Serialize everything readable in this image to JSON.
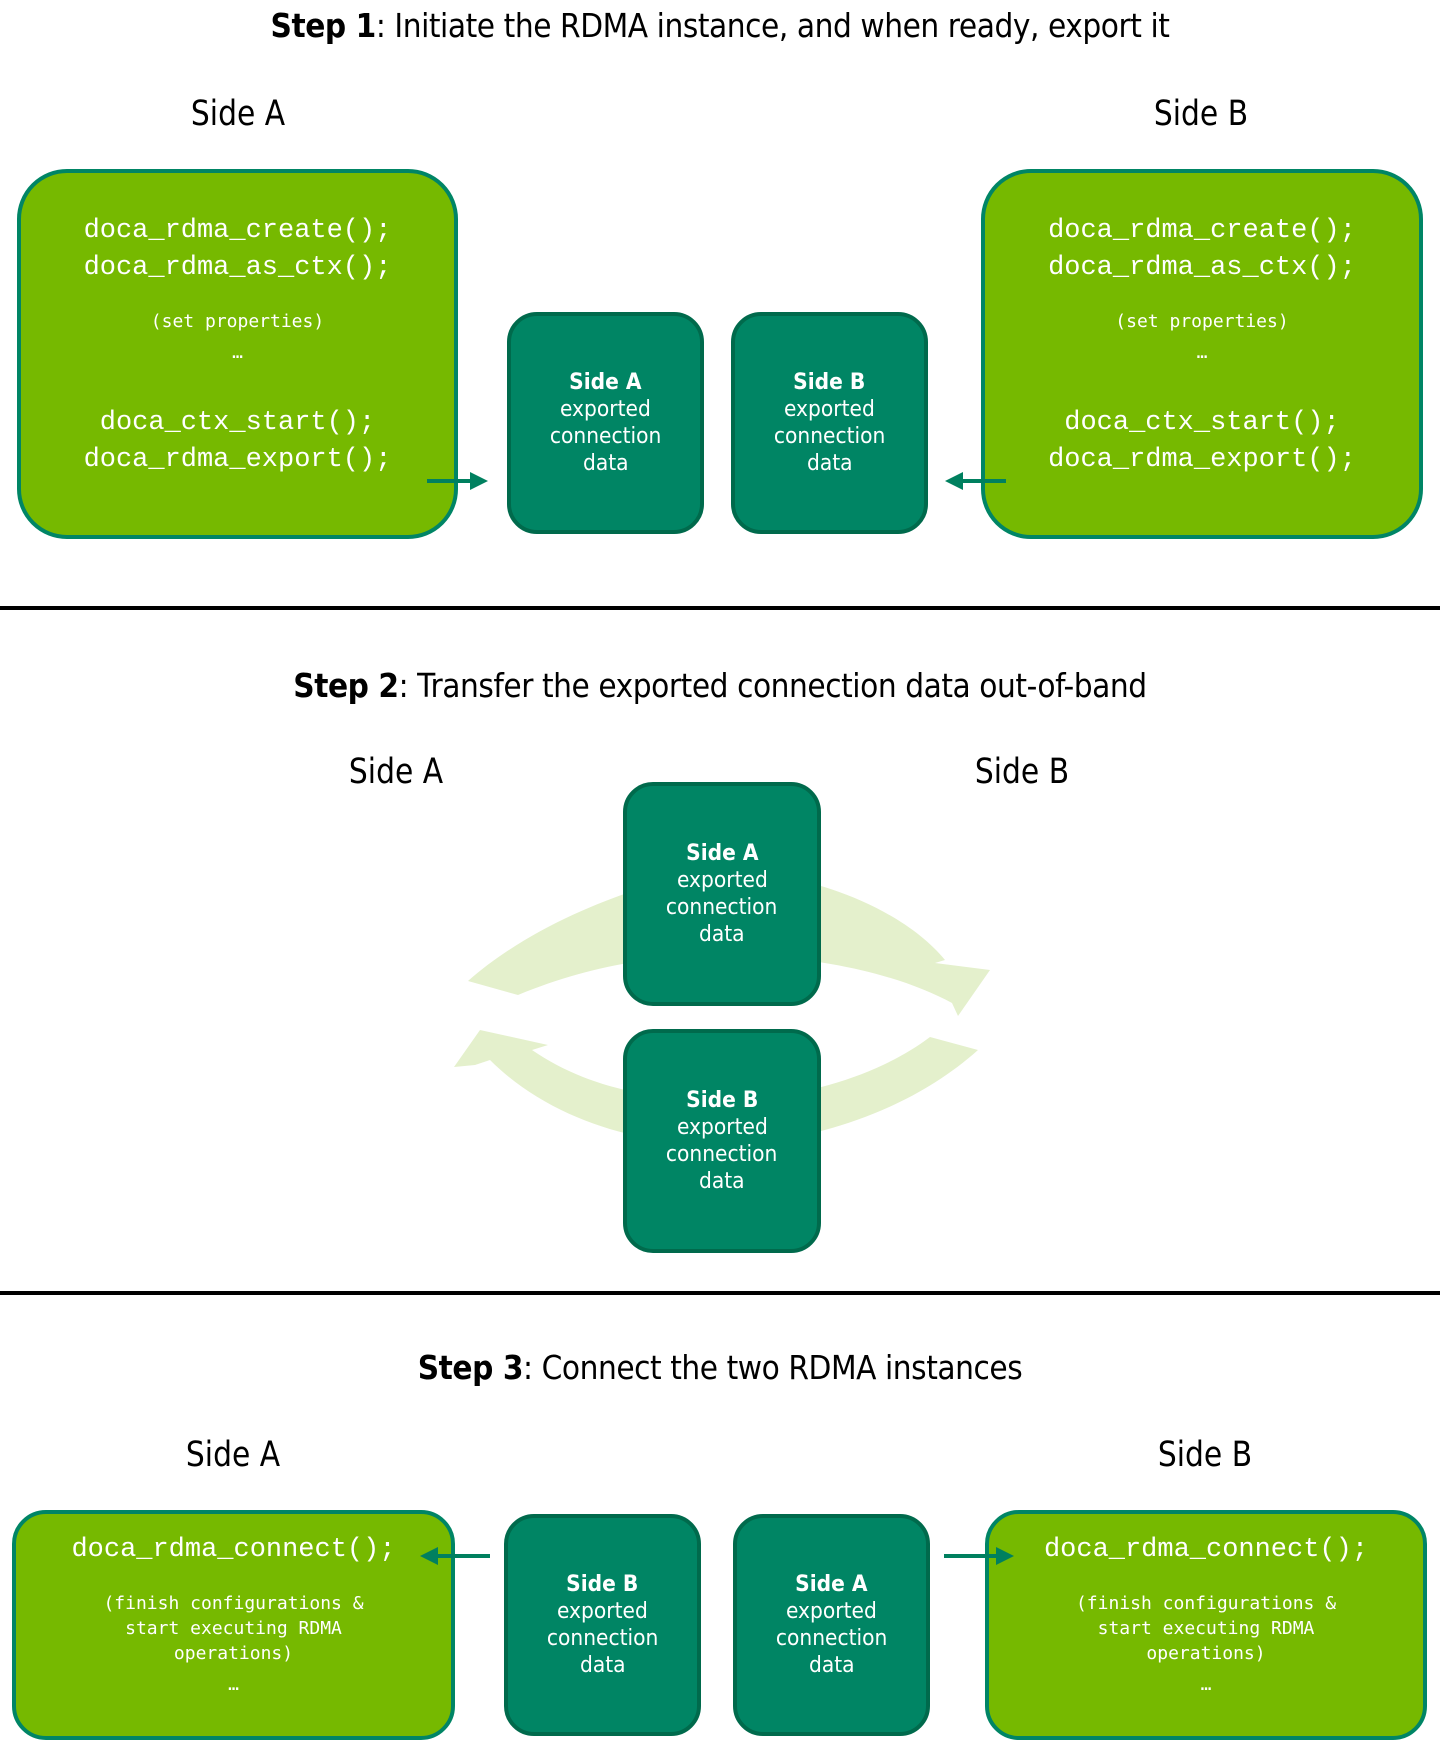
{
  "colors": {
    "code_box_fill": "#76b900",
    "code_box_border": "#008565",
    "data_box_fill": "#008564",
    "data_box_border": "#006a4c",
    "arrow": "#00805f",
    "cycle_arrow": "#e4f0cc"
  },
  "step1": {
    "title_bold": "Step 1",
    "title_rest": ": Initiate the RDMA instance, and when ready, export it",
    "side_a_label": "Side A",
    "side_b_label": "Side B",
    "code_lines_top": [
      "doca_rdma_create();",
      "doca_rdma_as_ctx();"
    ],
    "note": "(set properties)",
    "ellipsis": "…",
    "code_lines_bottom": [
      "doca_ctx_start();",
      "doca_rdma_export();"
    ],
    "data_box_a": {
      "heading": "Side A",
      "lines": [
        "exported",
        "connection",
        "data"
      ]
    },
    "data_box_b": {
      "heading": "Side B",
      "lines": [
        "exported",
        "connection",
        "data"
      ]
    }
  },
  "step2": {
    "title_bold": "Step 2",
    "title_rest": ": Transfer the exported connection data out-of-band",
    "side_a_label": "Side A",
    "side_b_label": "Side B",
    "data_box_a": {
      "heading": "Side A",
      "lines": [
        "exported",
        "connection",
        "data"
      ]
    },
    "data_box_b": {
      "heading": "Side B",
      "lines": [
        "exported",
        "connection",
        "data"
      ]
    }
  },
  "step3": {
    "title_bold": "Step 3",
    "title_rest": ": Connect the two RDMA instances",
    "side_a_label": "Side A",
    "side_b_label": "Side B",
    "code_line": "doca_rdma_connect();",
    "note_lines": [
      "(finish configurations &",
      "start executing RDMA",
      "operations)"
    ],
    "ellipsis": "…",
    "data_box_left": {
      "heading": "Side B",
      "lines": [
        "exported",
        "connection",
        "data"
      ]
    },
    "data_box_right": {
      "heading": "Side A",
      "lines": [
        "exported",
        "connection",
        "data"
      ]
    }
  }
}
